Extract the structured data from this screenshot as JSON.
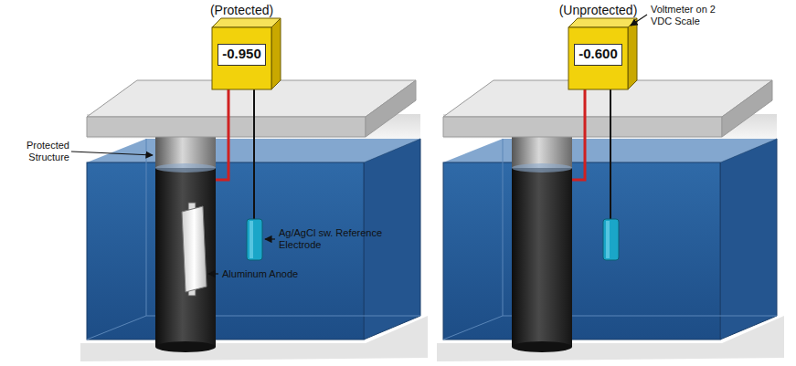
{
  "diagram": {
    "nodes": [
      {
        "text": [
          "(Protected)",
          "-0.950"
        ]
      },
      {
        "text": [
          "(Unprotected)",
          "-0.600"
        ]
      }
    ],
    "labels": [
      "Voltmeter on 2 VDC Scale",
      "Protected Structure",
      "Ag/AgCl sw. Reference Electrode",
      "Aluminum Anode"
    ]
  }
}
